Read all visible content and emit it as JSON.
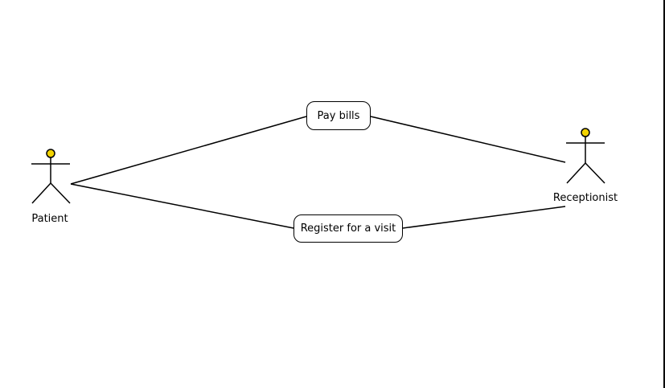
{
  "diagram": {
    "actors": [
      {
        "id": "patient",
        "label": "Patient"
      },
      {
        "id": "receptionist",
        "label": "Receptionist"
      }
    ],
    "use_cases": [
      {
        "id": "pay-bills",
        "label": "Pay bills"
      },
      {
        "id": "register-visit",
        "label": "Register for a visit"
      }
    ],
    "associations": [
      {
        "from": "patient",
        "to": "pay-bills"
      },
      {
        "from": "patient",
        "to": "register-visit"
      },
      {
        "from": "receptionist",
        "to": "pay-bills"
      },
      {
        "from": "receptionist",
        "to": "register-visit"
      }
    ],
    "colors": {
      "line": "#000000",
      "actor_head": "#f2d300",
      "background": "#ffffff"
    }
  }
}
